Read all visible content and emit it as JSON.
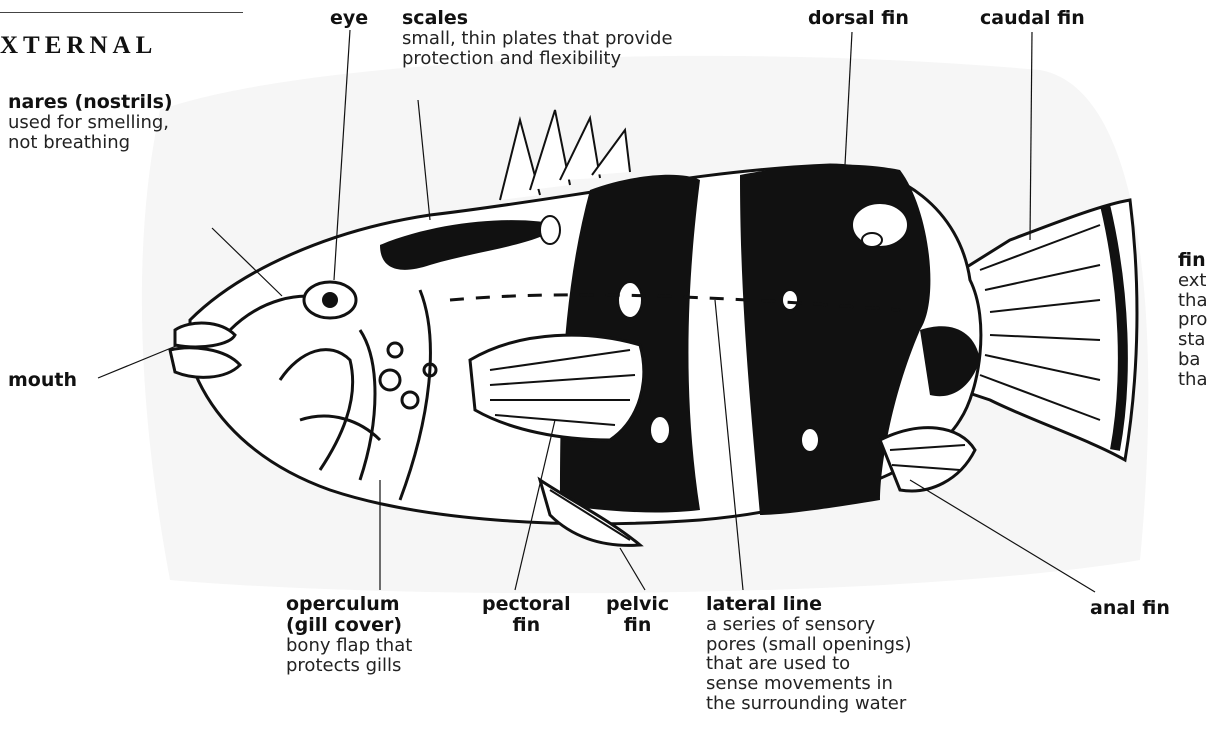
{
  "section_title": "XTERNAL",
  "labels": {
    "eye": {
      "term": "eye"
    },
    "scales": {
      "term": "scales",
      "desc": [
        "small, thin plates that provide",
        "protection and flexibility"
      ]
    },
    "dorsal_fin": {
      "term": "dorsal fin"
    },
    "caudal_fin": {
      "term": "caudal fin"
    },
    "nares": {
      "term": "nares (nostrils)",
      "desc": [
        "used for smelling,",
        "not breathing"
      ]
    },
    "fins": {
      "term": "fin",
      "desc": [
        "ext",
        "tha",
        "pro",
        "sta",
        "ba",
        "tha"
      ]
    },
    "mouth": {
      "term": "mouth"
    },
    "operculum": {
      "term_lines": [
        "operculum",
        "(gill cover)"
      ],
      "desc": [
        "bony flap that",
        "protects gills"
      ]
    },
    "pectoral_fin": {
      "term_lines": [
        "pectoral",
        "fin"
      ]
    },
    "pelvic_fin": {
      "term_lines": [
        "pelvic",
        "fin"
      ]
    },
    "lateral_line": {
      "term": "lateral line",
      "desc": [
        "a series of sensory",
        "pores (small openings)",
        "that are used to",
        "sense movements in",
        "the surrounding water"
      ]
    },
    "anal_fin": {
      "term": "anal fin"
    }
  }
}
